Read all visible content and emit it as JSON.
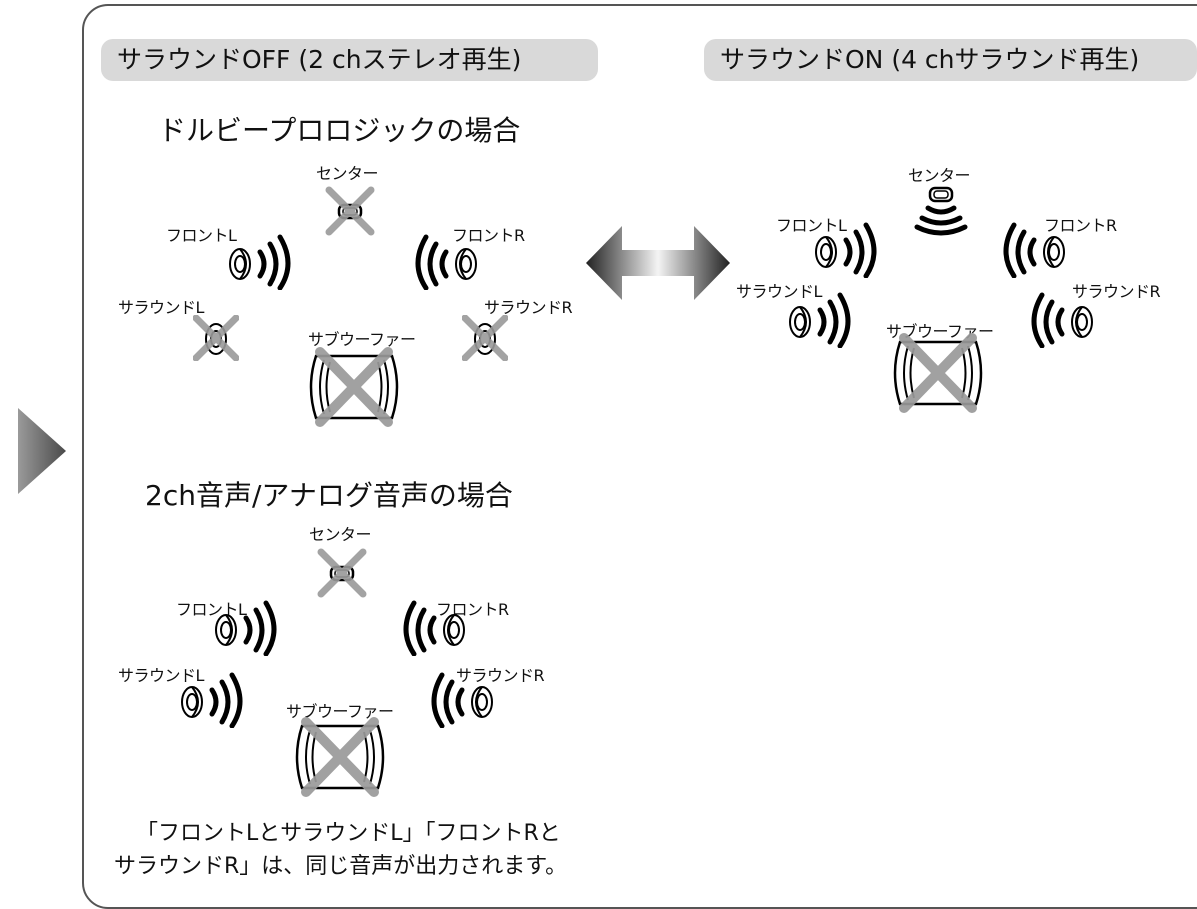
{
  "header_off": "サラウンドOFF (2 chステレオ再生)",
  "header_on": "サラウンドON (4 chサラウンド再生)",
  "section_dolby": "ドルビープロロジックの場合",
  "section_2ch": "2ch音声/アナログ音声の場合",
  "labels": {
    "center": "センター",
    "front_l": "フロントL",
    "front_r": "フロントR",
    "surround_l": "サラウンドL",
    "surround_r": "サラウンドR",
    "subwoofer": "サブウーファー"
  },
  "note_line1": "「フロントLとサラウンドL」「フロントRと",
  "note_line2": "サラウンドR」は、同じ音声が出力されます。",
  "colors": {
    "frame": "#555555",
    "pill": "#d9d9d9",
    "cross": "#9a9a9a",
    "icon": "#000000"
  }
}
